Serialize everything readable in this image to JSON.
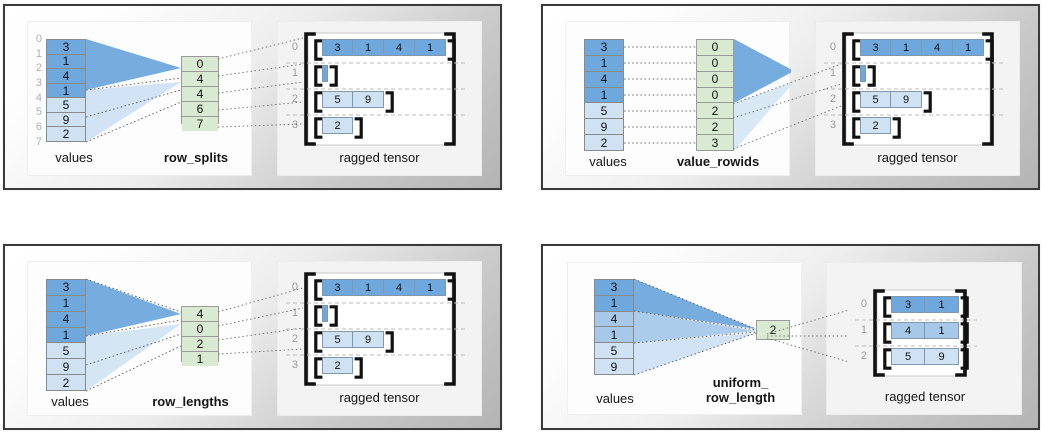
{
  "colors": {
    "dark_blue": "#6fa8dc",
    "mid_blue": "#a6c9ea",
    "light_blue": "#cfe2f3",
    "lighter_blue": "#e3eefa",
    "green": "#d9ead3",
    "index_gray": "#b0b0b0",
    "bracket_black": "#111111",
    "panel_border": "#3a3a3a"
  },
  "panels": [
    {
      "id": "row-splits",
      "encoding_label": "row_splits",
      "values_label": "values",
      "ragged_label": "ragged tensor",
      "show_value_index": true,
      "value_index": [
        "0",
        "1",
        "2",
        "3",
        "4",
        "5",
        "6",
        "7"
      ],
      "values": [
        "3",
        "1",
        "4",
        "1",
        "5",
        "9",
        "2"
      ],
      "value_shades": [
        "dark",
        "dark",
        "dark",
        "dark",
        "light",
        "light",
        "light"
      ],
      "encoding": [
        "0",
        "4",
        "4",
        "6",
        "7"
      ],
      "ragged_rows": [
        {
          "index": "0",
          "cells": [
            "3",
            "1",
            "4",
            "1"
          ],
          "shade": "dark"
        },
        {
          "index": "1",
          "cells": [],
          "shade": "dark"
        },
        {
          "index": "2",
          "cells": [
            "5",
            "9"
          ],
          "shade": "light"
        },
        {
          "index": "3",
          "cells": [
            "2"
          ],
          "shade": "light"
        }
      ]
    },
    {
      "id": "value-rowids",
      "encoding_label": "value_rowids",
      "values_label": "values",
      "ragged_label": "ragged tensor",
      "show_value_index": false,
      "value_index": [],
      "values": [
        "3",
        "1",
        "4",
        "1",
        "5",
        "9",
        "2"
      ],
      "value_shades": [
        "dark",
        "dark",
        "dark",
        "dark",
        "light",
        "light",
        "light"
      ],
      "encoding": [
        "0",
        "0",
        "0",
        "0",
        "2",
        "2",
        "3"
      ],
      "ragged_rows": [
        {
          "index": "0",
          "cells": [
            "3",
            "1",
            "4",
            "1"
          ],
          "shade": "dark"
        },
        {
          "index": "1",
          "cells": [],
          "shade": "dark"
        },
        {
          "index": "2",
          "cells": [
            "5",
            "9"
          ],
          "shade": "light"
        },
        {
          "index": "3",
          "cells": [
            "2"
          ],
          "shade": "light"
        }
      ]
    },
    {
      "id": "row-lengths",
      "encoding_label": "row_lengths",
      "values_label": "values",
      "ragged_label": "ragged tensor",
      "show_value_index": false,
      "value_index": [],
      "values": [
        "3",
        "1",
        "4",
        "1",
        "5",
        "9",
        "2"
      ],
      "value_shades": [
        "dark",
        "dark",
        "dark",
        "dark",
        "light",
        "light",
        "light"
      ],
      "encoding": [
        "4",
        "0",
        "2",
        "1"
      ],
      "ragged_rows": [
        {
          "index": "0",
          "cells": [
            "3",
            "1",
            "4",
            "1"
          ],
          "shade": "dark"
        },
        {
          "index": "1",
          "cells": [],
          "shade": "dark"
        },
        {
          "index": "2",
          "cells": [
            "5",
            "9"
          ],
          "shade": "light"
        },
        {
          "index": "3",
          "cells": [
            "2"
          ],
          "shade": "light"
        }
      ]
    },
    {
      "id": "uniform-row-length",
      "encoding_label": "uniform_\nrow_length",
      "encoding_label_line1": "uniform_",
      "encoding_label_line2": "row_length",
      "values_label": "values",
      "ragged_label": "ragged tensor",
      "show_value_index": false,
      "value_index": [],
      "values": [
        "3",
        "1",
        "4",
        "1",
        "5",
        "9"
      ],
      "value_shades": [
        "dark",
        "dark",
        "mid",
        "mid",
        "light",
        "light"
      ],
      "encoding": [
        "2"
      ],
      "ragged_rows": [
        {
          "index": "0",
          "cells": [
            "3",
            "1"
          ],
          "shade": "dark"
        },
        {
          "index": "1",
          "cells": [
            "4",
            "1"
          ],
          "shade": "mid"
        },
        {
          "index": "2",
          "cells": [
            "5",
            "9"
          ],
          "shade": "light"
        }
      ]
    }
  ]
}
